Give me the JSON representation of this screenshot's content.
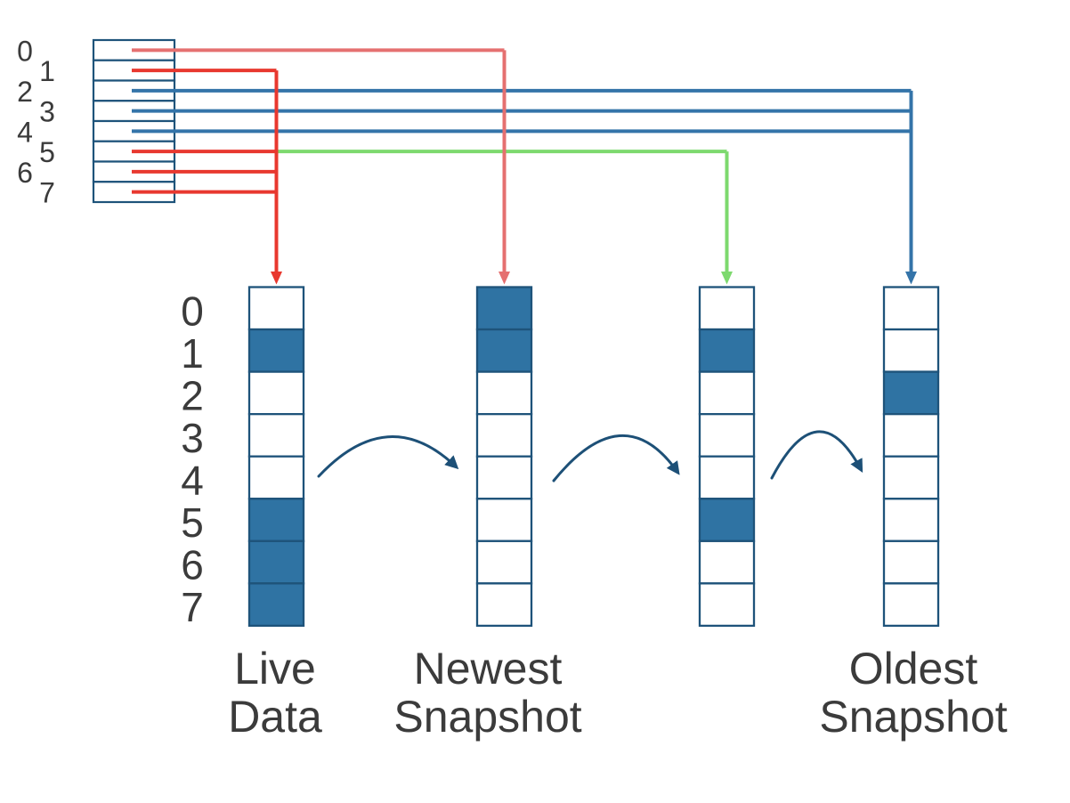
{
  "diagram": {
    "title": "snapshot-pointer-diagram",
    "background": "#ffffff",
    "colors": {
      "red": "#E8382F",
      "salmon": "#E57070",
      "green": "#7DD96E",
      "blue": "#3474A9",
      "border": "#1E537A",
      "cell_fill": "#2F73A3",
      "arc": "#1D5077",
      "text": "#3B3B3B"
    },
    "pointer_table": {
      "rows": [
        {
          "label": "0",
          "line": "salmon",
          "target": "newest-snapshot"
        },
        {
          "label": "1",
          "line": "red",
          "target": "live-data"
        },
        {
          "label": "2",
          "line": "blue",
          "target": "oldest-snapshot"
        },
        {
          "label": "3",
          "line": "blue",
          "target": "oldest-snapshot"
        },
        {
          "label": "4",
          "line": "blue",
          "target": "oldest-snapshot"
        },
        {
          "label": "5",
          "line": "red+green",
          "target": "middle-snapshot"
        },
        {
          "label": "6",
          "line": "red",
          "target": "live-data"
        },
        {
          "label": "7",
          "line": "red",
          "target": "live-data"
        }
      ]
    },
    "columns": [
      {
        "id": "live-data",
        "label_lines": [
          "Live",
          "Data"
        ],
        "row_labels": [
          "0",
          "1",
          "2",
          "3",
          "4",
          "5",
          "6",
          "7"
        ],
        "filled_cells": [
          1,
          5,
          6,
          7
        ]
      },
      {
        "id": "newest-snapshot",
        "label_lines": [
          "Newest",
          "Snapshot"
        ],
        "row_labels": [],
        "filled_cells": [
          0,
          1
        ]
      },
      {
        "id": "middle-snapshot",
        "label_lines": [],
        "row_labels": [],
        "filled_cells": [
          1,
          5
        ]
      },
      {
        "id": "oldest-snapshot",
        "label_lines": [
          "Oldest",
          "Snapshot"
        ],
        "row_labels": [],
        "filled_cells": [
          2
        ]
      }
    ],
    "arcs": [
      {
        "from": "live-data",
        "to": "newest-snapshot"
      },
      {
        "from": "newest-snapshot",
        "to": "middle-snapshot"
      },
      {
        "from": "middle-snapshot",
        "to": "oldest-snapshot"
      }
    ]
  }
}
